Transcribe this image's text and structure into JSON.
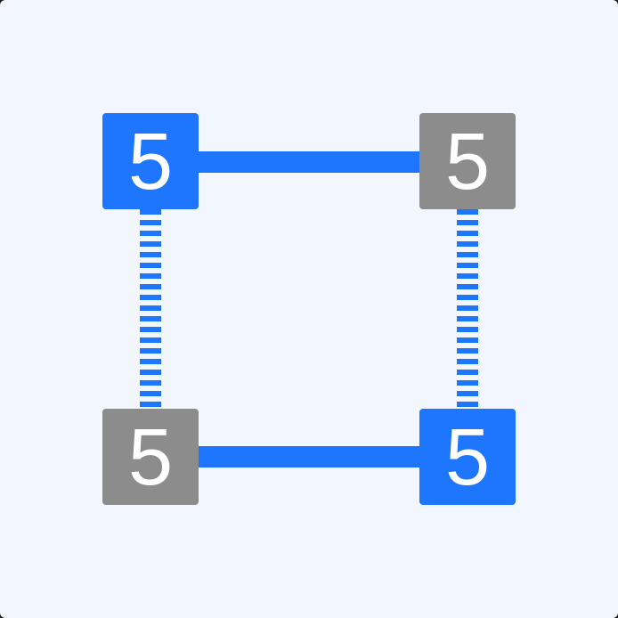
{
  "colors": {
    "background": "#f2f7ff",
    "active": "#1e76ff",
    "inactive": "#8c8c8c",
    "text": "#ffffff"
  },
  "nodes": [
    {
      "id": "top-left",
      "value": "5",
      "state": "active"
    },
    {
      "id": "top-right",
      "value": "5",
      "state": "inactive"
    },
    {
      "id": "bottom-left",
      "value": "5",
      "state": "inactive"
    },
    {
      "id": "bottom-right",
      "value": "5",
      "state": "active"
    }
  ],
  "edges": [
    {
      "from": "top-left",
      "to": "top-right",
      "style": "solid"
    },
    {
      "from": "bottom-left",
      "to": "bottom-right",
      "style": "solid"
    },
    {
      "from": "top-left",
      "to": "bottom-left",
      "style": "dashed"
    },
    {
      "from": "top-right",
      "to": "bottom-right",
      "style": "dashed"
    }
  ]
}
